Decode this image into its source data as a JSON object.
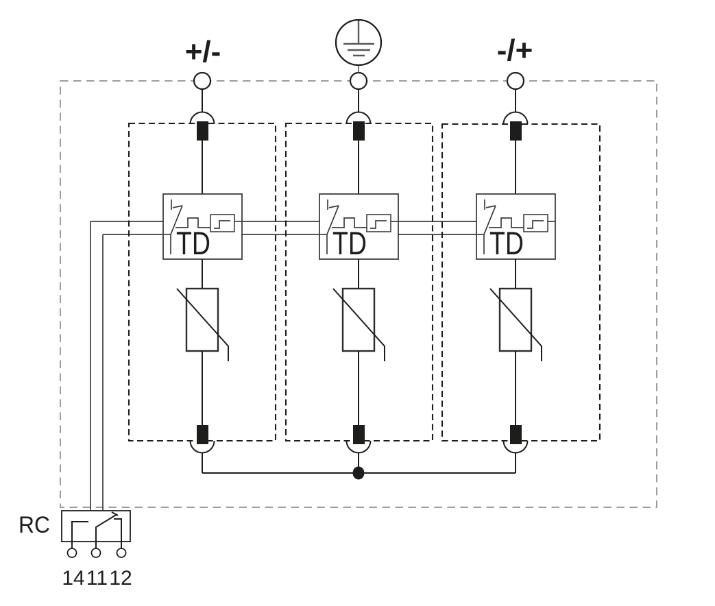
{
  "colors": {
    "line_black": "#1d1d1b",
    "line_dark_gray": "#3d3d3b",
    "dashed_gray": "#9d9d9c",
    "ground_gray": "#575756",
    "background": "#ffffff"
  },
  "top": {
    "left_polarity_label": "+/-",
    "right_polarity_label": "-/+",
    "center_icon": "protective-earth-icon"
  },
  "branches": [
    {
      "device_label": "TD"
    },
    {
      "device_label": "TD"
    },
    {
      "device_label": "TD"
    }
  ],
  "remote_contact": {
    "label": "RC",
    "terminal_labels": [
      "14",
      "11",
      "12"
    ]
  }
}
